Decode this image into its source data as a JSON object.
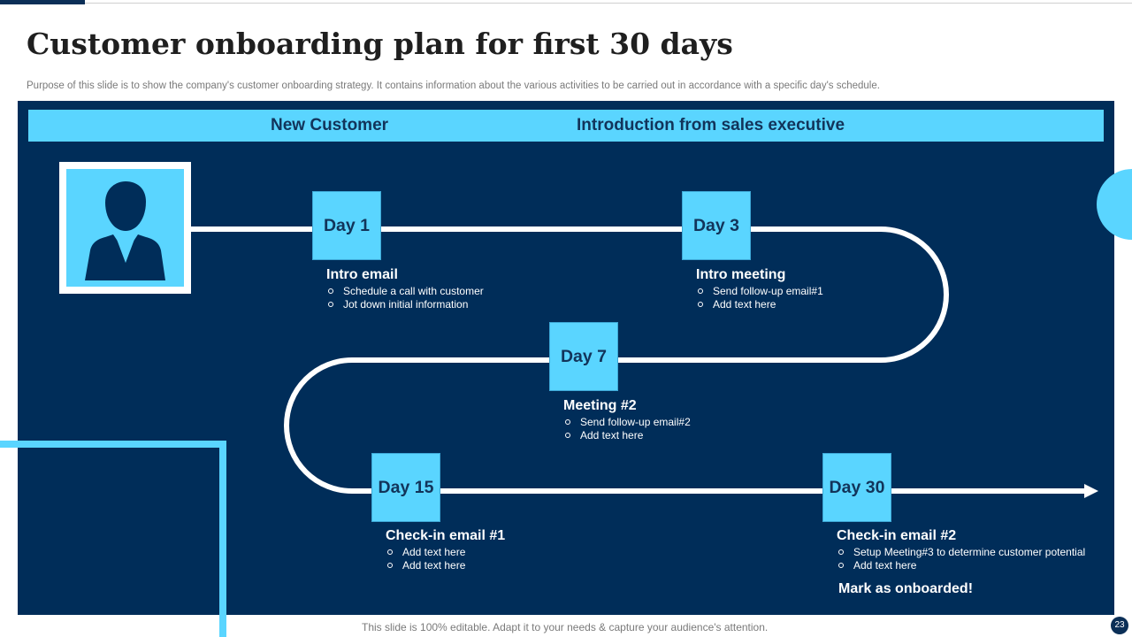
{
  "slide": {
    "title": "Customer onboarding plan for first 30 days",
    "subtitle": "Purpose of this slide is to show the company's customer onboarding strategy. It contains information about the various activities to be carried out in accordance with a specific day's schedule.",
    "footer": "This slide is 100% editable. Adapt it to your needs & capture your audience's attention.",
    "page_number": "23"
  },
  "banner": {
    "left_label": "New Customer",
    "right_label": "Introduction from sales executive"
  },
  "avatar": {
    "icon": "person-icon"
  },
  "milestones": [
    {
      "day": "Day 1",
      "title": "Intro email",
      "items": [
        "Schedule a call with customer",
        "Jot down initial information"
      ]
    },
    {
      "day": "Day 3",
      "title": "Intro meeting",
      "items": [
        "Send follow-up email#1",
        "Add text here"
      ]
    },
    {
      "day": "Day 7",
      "title": "Meeting #2",
      "items": [
        "Send follow-up email#2",
        "Add text here"
      ]
    },
    {
      "day": "Day 15",
      "title": "Check-in email #1",
      "items": [
        "Add text here",
        "Add text here"
      ]
    },
    {
      "day": "Day 30",
      "title": "Check-in email #2",
      "items": [
        "Setup Meeting#3 to determine customer potential",
        "Add text here"
      ]
    }
  ],
  "final_note": "Mark as onboarded!",
  "colors": {
    "panel": "#002d59",
    "accent": "#5ad5ff",
    "road": "#ffffff",
    "title_text": "#1f1f1f"
  }
}
